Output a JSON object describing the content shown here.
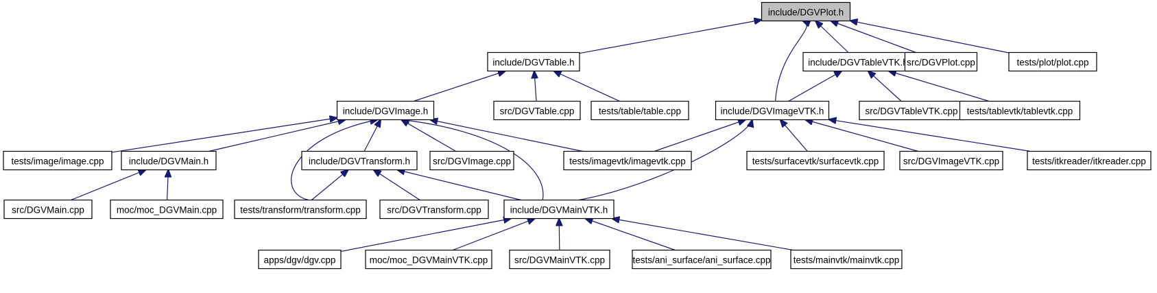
{
  "graph": {
    "title": "include/DGVPlot.h",
    "edge_color": "#191970",
    "root_fill": "#bfbfbf",
    "nodes": [
      {
        "id": "plot_h",
        "label": "include/DGVPlot.h",
        "root": true
      },
      {
        "id": "table_h",
        "label": "include/DGVTable.h"
      },
      {
        "id": "tablevtk_h",
        "label": "include/DGVTableVTK.h"
      },
      {
        "id": "plot_cpp",
        "label": "src/DGVPlot.cpp"
      },
      {
        "id": "plot_test",
        "label": "tests/plot/plot.cpp"
      },
      {
        "id": "image_h",
        "label": "include/DGVImage.h"
      },
      {
        "id": "table_cpp",
        "label": "src/DGVTable.cpp"
      },
      {
        "id": "table_test",
        "label": "tests/table/table.cpp"
      },
      {
        "id": "imagevtk_h",
        "label": "include/DGVImageVTK.h"
      },
      {
        "id": "tablevtk_cpp",
        "label": "src/DGVTableVTK.cpp"
      },
      {
        "id": "tablevtk_test",
        "label": "tests/tablevtk/tablevtk.cpp"
      },
      {
        "id": "image_test",
        "label": "tests/image/image.cpp"
      },
      {
        "id": "main_h",
        "label": "include/DGVMain.h"
      },
      {
        "id": "transform_h",
        "label": "include/DGVTransform.h"
      },
      {
        "id": "image_cpp",
        "label": "src/DGVImage.cpp"
      },
      {
        "id": "imagevtk_test",
        "label": "tests/imagevtk/imagevtk.cpp"
      },
      {
        "id": "surfacevtk_test",
        "label": "tests/surfacevtk/surfacevtk.cpp"
      },
      {
        "id": "imagevtk_cpp",
        "label": "src/DGVImageVTK.cpp"
      },
      {
        "id": "itkreader_test",
        "label": "tests/itkreader/itkreader.cpp"
      },
      {
        "id": "main_cpp",
        "label": "src/DGVMain.cpp"
      },
      {
        "id": "moc_main",
        "label": "moc/moc_DGVMain.cpp"
      },
      {
        "id": "transform_test",
        "label": "tests/transform/transform.cpp"
      },
      {
        "id": "transform_cpp",
        "label": "src/DGVTransform.cpp"
      },
      {
        "id": "mainvtk_h",
        "label": "include/DGVMainVTK.h"
      },
      {
        "id": "dgv_app",
        "label": "apps/dgv/dgv.cpp"
      },
      {
        "id": "moc_mainvtk",
        "label": "moc/moc_DGVMainVTK.cpp"
      },
      {
        "id": "mainvtk_cpp",
        "label": "src/DGVMainVTK.cpp"
      },
      {
        "id": "ani_surface_test",
        "label": "tests/ani_surface/ani_surface.cpp"
      },
      {
        "id": "mainvtk_test",
        "label": "tests/mainvtk/mainvtk.cpp"
      }
    ],
    "edges": [
      [
        "table_h",
        "plot_h"
      ],
      [
        "tablevtk_h",
        "plot_h"
      ],
      [
        "plot_cpp",
        "plot_h"
      ],
      [
        "plot_test",
        "plot_h"
      ],
      [
        "imagevtk_h",
        "plot_h"
      ],
      [
        "image_h",
        "table_h"
      ],
      [
        "table_cpp",
        "table_h"
      ],
      [
        "table_test",
        "table_h"
      ],
      [
        "imagevtk_h",
        "tablevtk_h"
      ],
      [
        "tablevtk_cpp",
        "tablevtk_h"
      ],
      [
        "tablevtk_test",
        "tablevtk_h"
      ],
      [
        "image_test",
        "image_h"
      ],
      [
        "main_h",
        "image_h"
      ],
      [
        "transform_h",
        "image_h"
      ],
      [
        "image_cpp",
        "image_h"
      ],
      [
        "imagevtk_test",
        "image_h"
      ],
      [
        "transform_test",
        "image_h"
      ],
      [
        "mainvtk_h",
        "image_h"
      ],
      [
        "imagevtk_test",
        "imagevtk_h"
      ],
      [
        "surfacevtk_test",
        "imagevtk_h"
      ],
      [
        "imagevtk_cpp",
        "imagevtk_h"
      ],
      [
        "itkreader_test",
        "imagevtk_h"
      ],
      [
        "mainvtk_h",
        "imagevtk_h"
      ],
      [
        "main_cpp",
        "main_h"
      ],
      [
        "moc_main",
        "main_h"
      ],
      [
        "transform_test",
        "transform_h"
      ],
      [
        "transform_cpp",
        "transform_h"
      ],
      [
        "mainvtk_h",
        "transform_h"
      ],
      [
        "dgv_app",
        "mainvtk_h"
      ],
      [
        "moc_mainvtk",
        "mainvtk_h"
      ],
      [
        "mainvtk_cpp",
        "mainvtk_h"
      ],
      [
        "ani_surface_test",
        "mainvtk_h"
      ],
      [
        "mainvtk_test",
        "mainvtk_h"
      ]
    ]
  }
}
